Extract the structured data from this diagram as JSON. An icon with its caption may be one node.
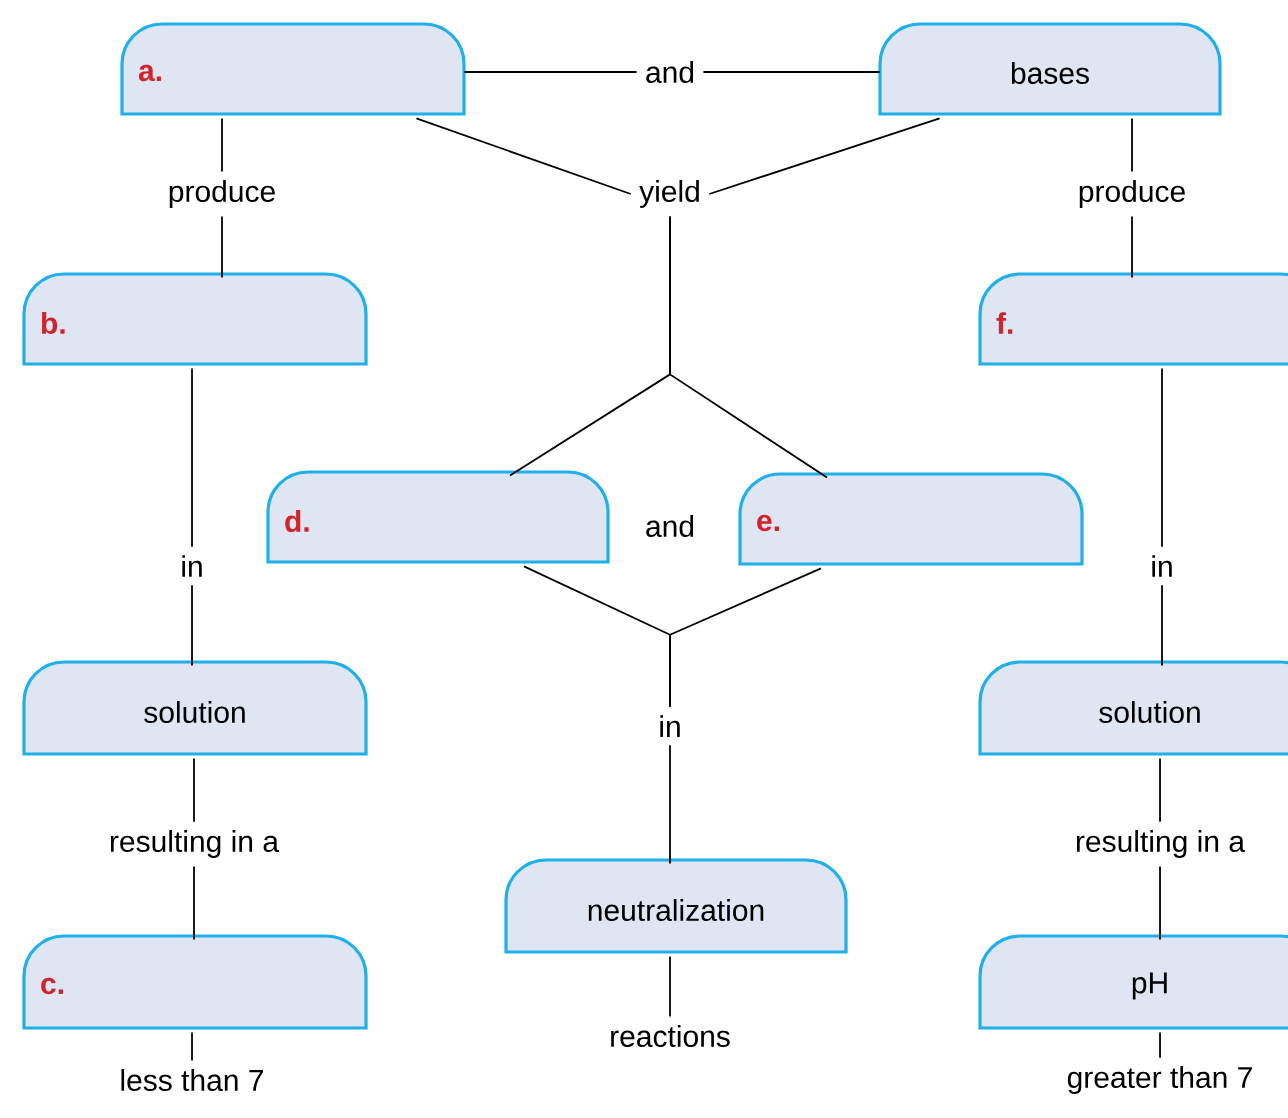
{
  "diagram": {
    "nodes": [
      {
        "text": [
          "a."
        ]
      },
      {
        "text": [
          "and"
        ]
      },
      {
        "text": [
          "bases"
        ]
      },
      {
        "text": [
          "produce"
        ]
      },
      {
        "text": [
          "yield"
        ]
      },
      {
        "text": [
          "produce"
        ]
      },
      {
        "text": [
          "b."
        ]
      },
      {
        "text": [
          "f."
        ]
      },
      {
        "text": [
          "d."
        ]
      },
      {
        "text": [
          "e."
        ]
      },
      {
        "text": [
          "in"
        ]
      },
      {
        "text": [
          "in"
        ]
      },
      {
        "text": [
          "in"
        ]
      },
      {
        "text": [
          "solution"
        ]
      },
      {
        "text": [
          "solution"
        ]
      },
      {
        "text": [
          "resulting in a"
        ]
      },
      {
        "text": [
          "resulting in a"
        ]
      },
      {
        "text": [
          "neutralization"
        ]
      },
      {
        "text": [
          "c."
        ]
      },
      {
        "text": [
          "pH"
        ]
      },
      {
        "text": [
          "less than 7"
        ]
      },
      {
        "text": [
          "reactions"
        ]
      },
      {
        "text": [
          "greater than 7"
        ]
      }
    ],
    "edges": [
      {
        "from": 0,
        "to": 1,
        "arrow": "none"
      },
      {
        "from": 1,
        "to": 2,
        "arrow": "none"
      },
      {
        "from": 0,
        "to": 4,
        "arrow": "none"
      },
      {
        "from": 2,
        "to": 4,
        "arrow": "none"
      },
      {
        "from": 0,
        "to": 3,
        "arrow": "none"
      },
      {
        "from": 3,
        "to": 6,
        "arrow": "none"
      },
      {
        "from": 2,
        "to": 5,
        "arrow": "none"
      },
      {
        "from": 5,
        "to": 7,
        "arrow": "none"
      },
      {
        "from": 6,
        "to": 10,
        "arrow": "none"
      },
      {
        "from": 10,
        "to": 13,
        "arrow": "none"
      },
      {
        "from": 13,
        "to": 15,
        "arrow": "none"
      },
      {
        "from": 15,
        "to": 18,
        "arrow": "none"
      },
      {
        "from": 18,
        "to": 20,
        "arrow": "none"
      },
      {
        "from": 7,
        "to": 11,
        "arrow": "none"
      },
      {
        "from": 11,
        "to": 14,
        "arrow": "none"
      },
      {
        "from": 14,
        "to": 16,
        "arrow": "none"
      },
      {
        "from": 16,
        "to": 19,
        "arrow": "none"
      },
      {
        "from": 19,
        "to": 22,
        "arrow": "none"
      },
      {
        "from": 4,
        "to": 8,
        "arrow": "none"
      },
      {
        "from": 4,
        "to": 9,
        "arrow": "none"
      },
      {
        "from": 8,
        "to": 12,
        "arrow": "none"
      },
      {
        "from": 9,
        "to": 12,
        "arrow": "none"
      },
      {
        "from": 12,
        "to": 17,
        "arrow": "none"
      },
      {
        "from": 17,
        "to": 21,
        "arrow": "none"
      }
    ],
    "labels": [
      "and"
    ]
  }
}
